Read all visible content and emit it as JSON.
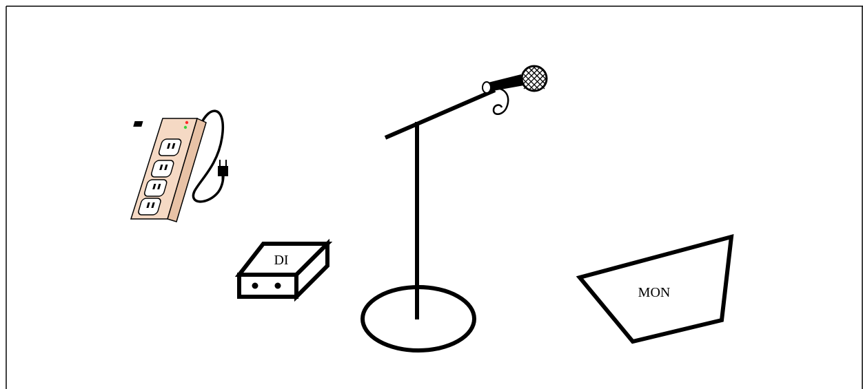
{
  "stage_plot": {
    "items": [
      {
        "id": "power-strip",
        "icon": "power-strip-icon",
        "label": ""
      },
      {
        "id": "di-box",
        "icon": "di-box-icon",
        "label": "DI"
      },
      {
        "id": "mic-stand",
        "icon": "boom-mic-stand-icon",
        "label": ""
      },
      {
        "id": "monitor",
        "icon": "floor-monitor-wedge-icon",
        "label": "MON"
      }
    ]
  },
  "colors": {
    "line": "#000000",
    "background": "#ffffff",
    "power_strip_body": "#f5d9c4",
    "power_strip_side": "#e8c2a6",
    "led_red": "#ff2a2a",
    "led_green": "#3ccf3c"
  }
}
